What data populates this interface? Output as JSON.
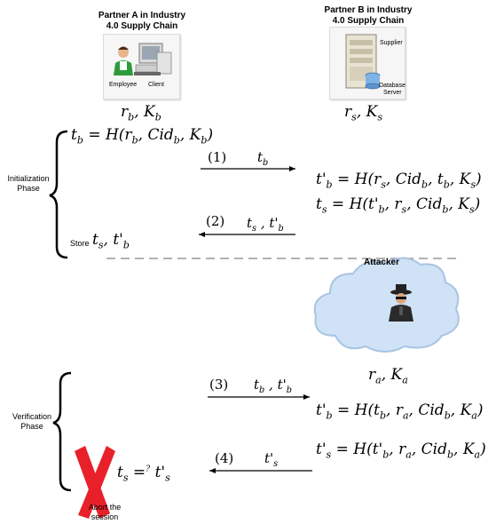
{
  "partner_a": {
    "title_line1": "Partner A in Industry",
    "title_line2": "4.0 Supply Chain",
    "label_employee": "Employee",
    "label_client": "Client",
    "keys": "r_b, K_b"
  },
  "partner_b": {
    "title_line1": "Partner B in Industry",
    "title_line2": "4.0 Supply Chain",
    "label_supplier": "Supplier",
    "label_db_line1": "Database",
    "label_db_line2": "Server",
    "keys": "r_s, K_s"
  },
  "attacker": {
    "title": "Attacker",
    "keys": "r_a, K_a"
  },
  "phases": {
    "init_line1": "Initialization",
    "init_line2": "Phase",
    "verif_line1": "Verification",
    "verif_line2": "Phase"
  },
  "initialization": {
    "eq_tb": "t_b = H(r_b, Cid_b, K_b)",
    "msg1_num": "(1)",
    "msg1_payload": "t_b",
    "eq_tpb": "t'_b = H(r_s, Cid_b, t_b, K_s)",
    "eq_ts": "t_s = H(t'_b, r_s, Cid_b, K_s)",
    "msg2_num": "(2)",
    "msg2_payload": "t_s , t'_b",
    "store_label": "Store",
    "store_values": "t_s, t'_b"
  },
  "verification": {
    "msg3_num": "(3)",
    "msg3_payload": "t_b , t'_b",
    "eq_tpb_attacker": "t'_b = H(t_b, r_a, Cid_b, K_a)",
    "eq_tps_attacker": "t'_s = H(t'_b, r_a, Cid_b, K_a)",
    "msg4_num": "(4)",
    "msg4_payload": "t'_s",
    "check": "t_s =? t'_s",
    "abort_line1": "Abort the",
    "abort_line2": "session"
  },
  "colors": {
    "cloud_fill": "#cfe2f6",
    "cloud_stroke": "#a9c4e2",
    "cross": "#e8202a",
    "divider": "#999999"
  }
}
